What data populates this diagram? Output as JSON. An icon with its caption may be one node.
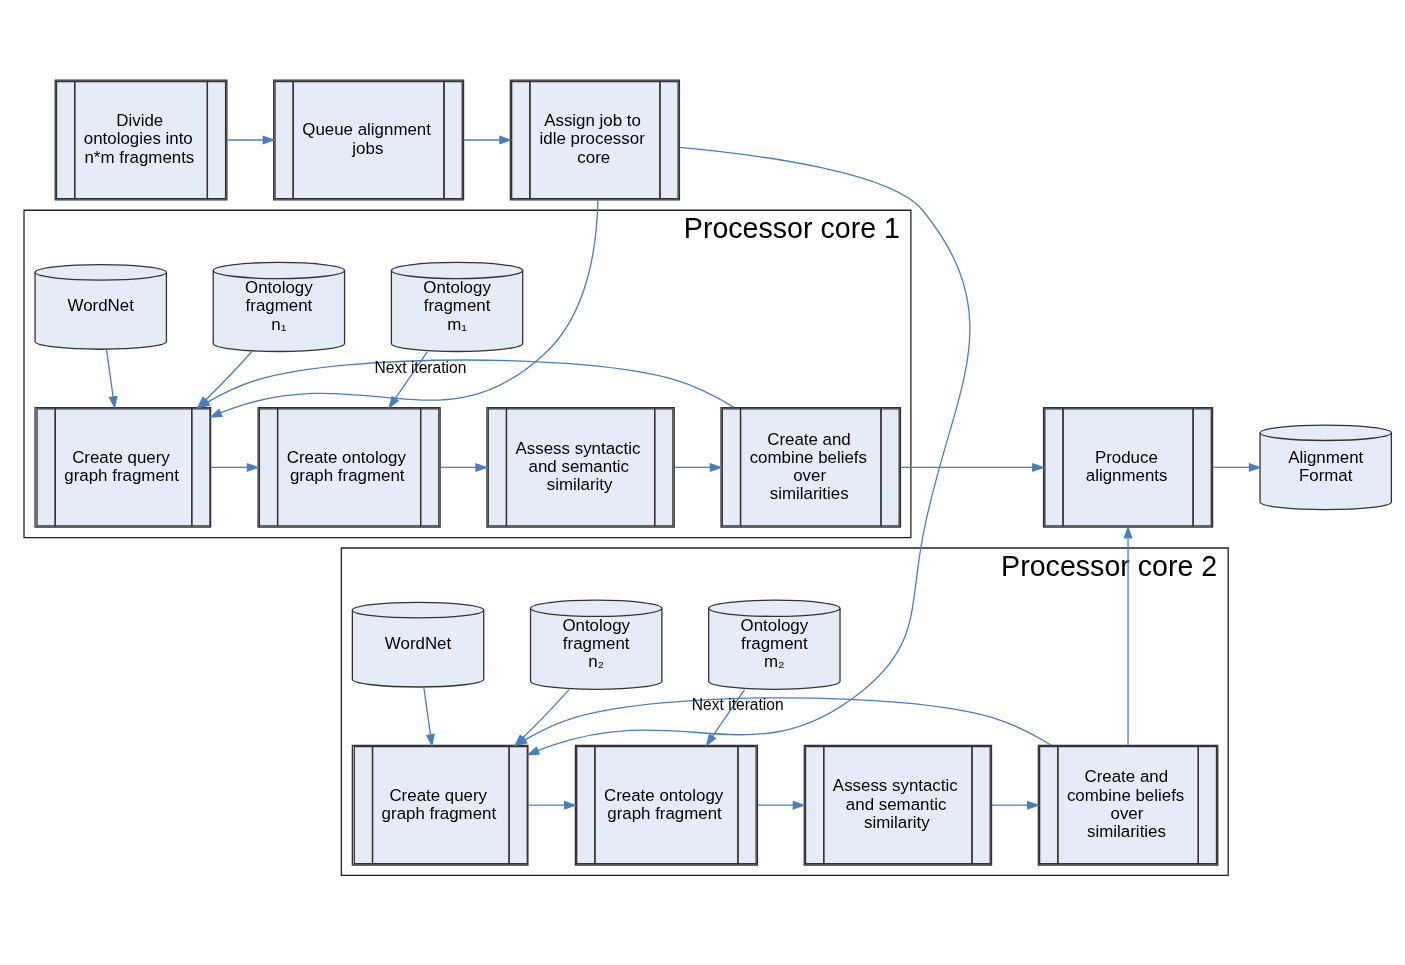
{
  "diagram": {
    "nodes": [
      {
        "text": [
          "Divide ontologies into n*m fragments"
        ]
      },
      {
        "text": [
          "Queue alignment jobs"
        ]
      },
      {
        "text": [
          "Assign job to idle processor core"
        ]
      },
      {
        "text": [
          "Processor core 1"
        ]
      },
      {
        "text": [
          "Ontology fragment n₁"
        ],
        "in": 3
      },
      {
        "text": [
          "WordNet"
        ],
        "in": 3
      },
      {
        "text": [
          "Ontology fragment m₁"
        ],
        "in": 3
      },
      {
        "text": [
          "Create query graph fragment"
        ],
        "in": 3
      },
      {
        "text": [
          "Create ontology graph fragment"
        ],
        "in": 3
      },
      {
        "text": [
          "Assess syntactic and semantic similarity"
        ],
        "in": 3
      },
      {
        "text": [
          "Create and combine beliefs over similarities"
        ],
        "in": 3
      },
      {
        "text": [
          "Alignment Format"
        ]
      },
      {
        "text": [
          "Processor core 2"
        ]
      },
      {
        "text": [
          "Ontology fragment n₂"
        ],
        "in": 12
      },
      {
        "text": [
          "WordNet"
        ],
        "in": 12
      },
      {
        "text": [
          "Ontology fragment m₂"
        ],
        "in": 12
      },
      {
        "text": [
          "Create query graph fragment"
        ],
        "in": 12
      },
      {
        "text": [
          "Create ontology graph fragment"
        ],
        "in": 12
      },
      {
        "text": [
          "Assess syntactic and semantic similarity"
        ],
        "in": 12
      },
      {
        "text": [
          "Create and combine beliefs over similarities"
        ],
        "in": 12
      },
      {
        "text": [
          "Produce alignments"
        ]
      }
    ],
    "edges": [
      {
        "from": 0,
        "to": 1,
        "arrow": "to"
      },
      {
        "from": 1,
        "to": 2,
        "arrow": "to"
      },
      {
        "from": 2,
        "to": 7,
        "arrow": "to"
      },
      {
        "from": 2,
        "to": 16,
        "arrow": "to"
      },
      {
        "from": 4,
        "to": 7,
        "arrow": "to"
      },
      {
        "from": 5,
        "to": 7,
        "arrow": "to"
      },
      {
        "from": 6,
        "to": 8,
        "arrow": "to"
      },
      {
        "from": 7,
        "to": 8,
        "arrow": "to"
      },
      {
        "from": 8,
        "to": 9,
        "arrow": "to"
      },
      {
        "from": 9,
        "to": 10,
        "arrow": "to"
      },
      {
        "from": 10,
        "to": 7,
        "label": "Next iteration",
        "arrow": "to"
      },
      {
        "from": 10,
        "to": 20,
        "arrow": "to"
      },
      {
        "from": 13,
        "to": 16,
        "arrow": "to"
      },
      {
        "from": 14,
        "to": 16,
        "arrow": "to"
      },
      {
        "from": 15,
        "to": 17,
        "arrow": "to"
      },
      {
        "from": 16,
        "to": 17,
        "arrow": "to"
      },
      {
        "from": 17,
        "to": 18,
        "arrow": "to"
      },
      {
        "from": 18,
        "to": 19,
        "arrow": "to"
      },
      {
        "from": 19,
        "to": 16,
        "label": "Next iteration",
        "arrow": "to"
      },
      {
        "from": 19,
        "to": 20,
        "arrow": "to"
      },
      {
        "from": 20,
        "to": 11,
        "arrow": "to"
      }
    ]
  }
}
